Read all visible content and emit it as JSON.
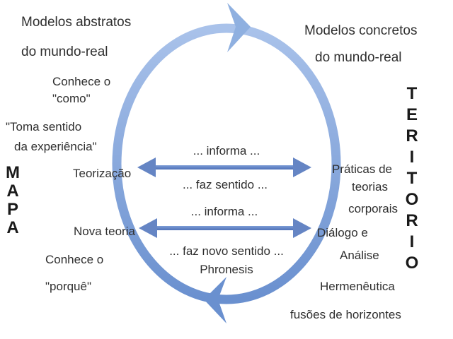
{
  "diagram": {
    "top_left": [
      "Modelos abstratos",
      "do mundo-real"
    ],
    "top_right": [
      "Modelos concretos",
      "do mundo-real"
    ],
    "left_words": {
      "conhece_como": [
        "Conhece o",
        "\"como\""
      ],
      "toma_sentido": [
        "\"Toma sentido",
        "da experiência\""
      ],
      "teorizacao": "Teorização",
      "nova_teoria": "Nova teoria",
      "conhece_porque": [
        "Conhece o",
        "\"porquê\""
      ]
    },
    "right_words": {
      "praticas": [
        "Práticas de",
        "teorias",
        "corporais"
      ],
      "dialogo": [
        "Diálogo e",
        "Análise"
      ],
      "hermeneutica": "Hermenêutica",
      "fusoes": "fusões de horizontes"
    },
    "center": {
      "informa_1": "... informa ...",
      "faz_sentido": "... faz sentido ...",
      "informa_2": "... informa ...",
      "faz_novo_sentido": "... faz novo sentido ...",
      "phronesis": "Phronesis"
    },
    "mapa": [
      "M",
      "A",
      "P",
      "A"
    ],
    "territorio": [
      "T",
      "E",
      "R",
      "I",
      "T",
      "O",
      "R",
      "I",
      "O"
    ],
    "colors": {
      "cycle": "#8fb0e0",
      "cycle_dark": "#5f86c8",
      "arrow": "#5f7fbf"
    }
  }
}
